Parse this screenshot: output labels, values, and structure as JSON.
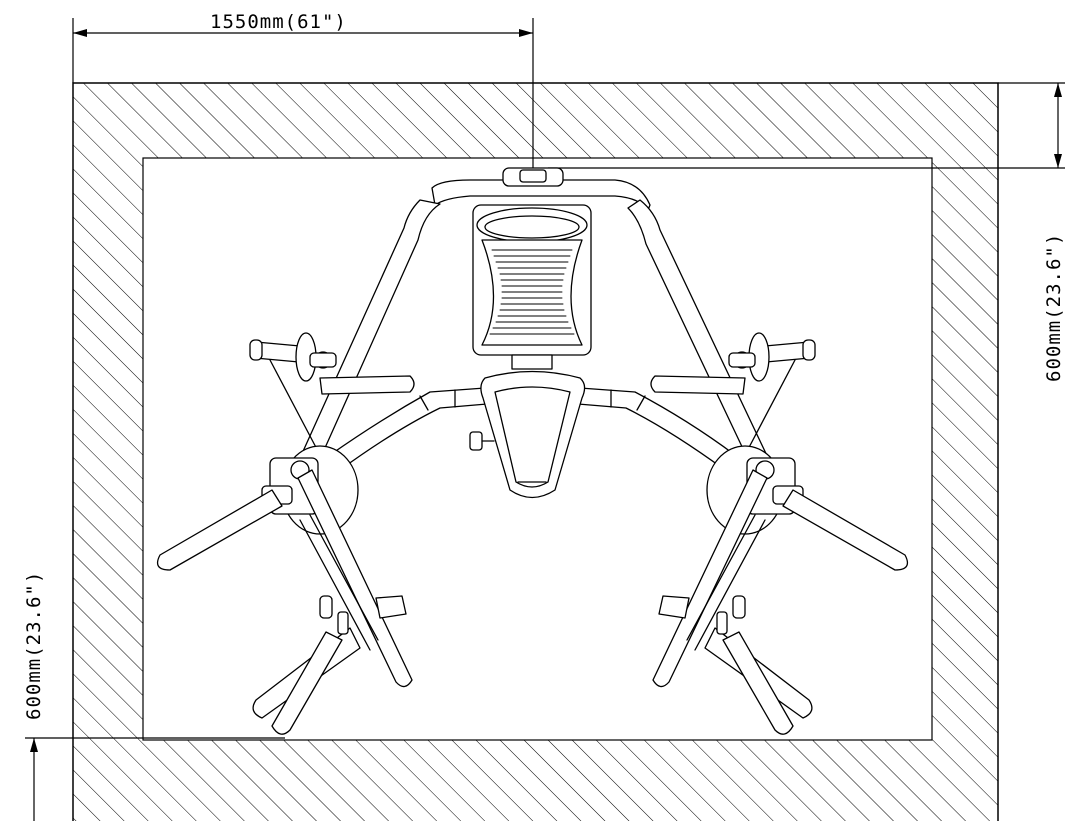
{
  "dimensions": {
    "width_label": "1550mm(61\")",
    "top_clearance_label": "600mm(23.6\")",
    "bottom_clearance_label": "600mm(23.6\")"
  },
  "colors": {
    "line": "#000000",
    "background": "#ffffff"
  }
}
